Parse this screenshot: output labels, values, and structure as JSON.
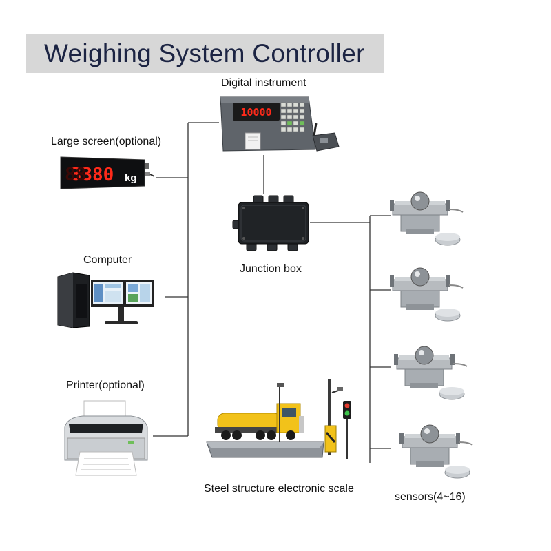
{
  "title": "Weighing System Controller",
  "labels": {
    "digital_instrument": "Digital instrument",
    "large_screen": "Large screen(optional)",
    "computer": "Computer",
    "printer": "Printer(optional)",
    "junction_box": "Junction box",
    "scale": "Steel structure electronic scale",
    "sensors": "sensors(4~16)"
  },
  "displays": {
    "instrument_reading": "10000",
    "large_screen_reading": "3380",
    "large_screen_unit": "kg"
  },
  "colors": {
    "title_bg": "#d7d7d7",
    "title_text": "#1c2443",
    "wire": "#333333",
    "led_red": "#ff2a1a",
    "truck_yellow": "#f2c21a"
  }
}
